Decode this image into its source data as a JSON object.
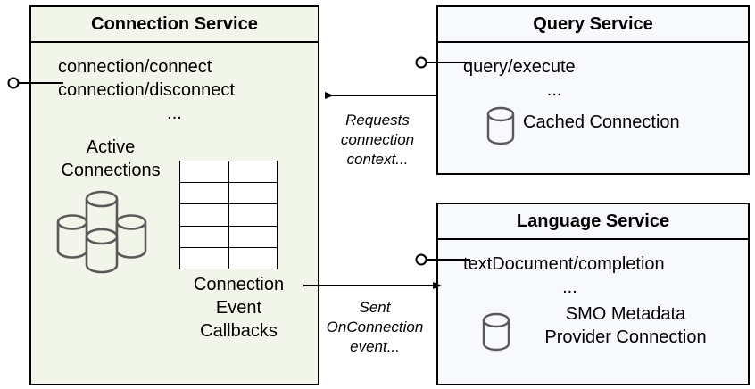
{
  "diagram": {
    "type": "component-diagram",
    "colors": {
      "connection_service_fill": "#f2f5e9",
      "service_fill": "#f8f9fc",
      "stroke": "#000000",
      "cylinder_stroke": "#595959",
      "canvas": "#ffffff"
    }
  },
  "components": {
    "connection_service": {
      "title": "Connection Service",
      "operations": [
        "connection/connect",
        "connection/disconnect"
      ],
      "ellipsis": "...",
      "active_connections_label": "Active\nConnections",
      "active_connections_label_line1": "Active",
      "active_connections_label_line2": "Connections",
      "callbacks_label_line1": "Connection",
      "callbacks_label_line2": "Event",
      "callbacks_label_line3": "Callbacks",
      "table_rows": 5,
      "table_cols": 2,
      "cylinder_count": 4,
      "icons": {
        "database_cluster": "database-cluster-icon",
        "table_grid": "table-grid-icon",
        "interface": "provided-interface-lollipop-icon"
      }
    },
    "query_service": {
      "title": "Query Service",
      "operations": [
        "query/execute"
      ],
      "ellipsis": "...",
      "resource_label": "Cached Connection",
      "icons": {
        "database": "database-cylinder-icon",
        "interface": "provided-interface-lollipop-icon"
      }
    },
    "language_service": {
      "title": "Language Service",
      "operations": [
        "textDocument/completion"
      ],
      "ellipsis": "...",
      "resource_label_line1": "SMO Metadata",
      "resource_label_line2": "Provider Connection",
      "icons": {
        "database": "database-cylinder-icon",
        "interface": "provided-interface-lollipop-icon"
      }
    }
  },
  "edges": [
    {
      "id": "requests-connection-context",
      "from": "query_service",
      "to": "connection_service",
      "label_line1": "Requests",
      "label_line2": "connection",
      "label_line3": "context...",
      "direction": "left"
    },
    {
      "id": "sent-onconnection-event",
      "from": "connection_service",
      "to": "language_service",
      "label_line1": "Sent",
      "label_line2": "OnConnection",
      "label_line3": "event...",
      "direction": "right"
    }
  ]
}
